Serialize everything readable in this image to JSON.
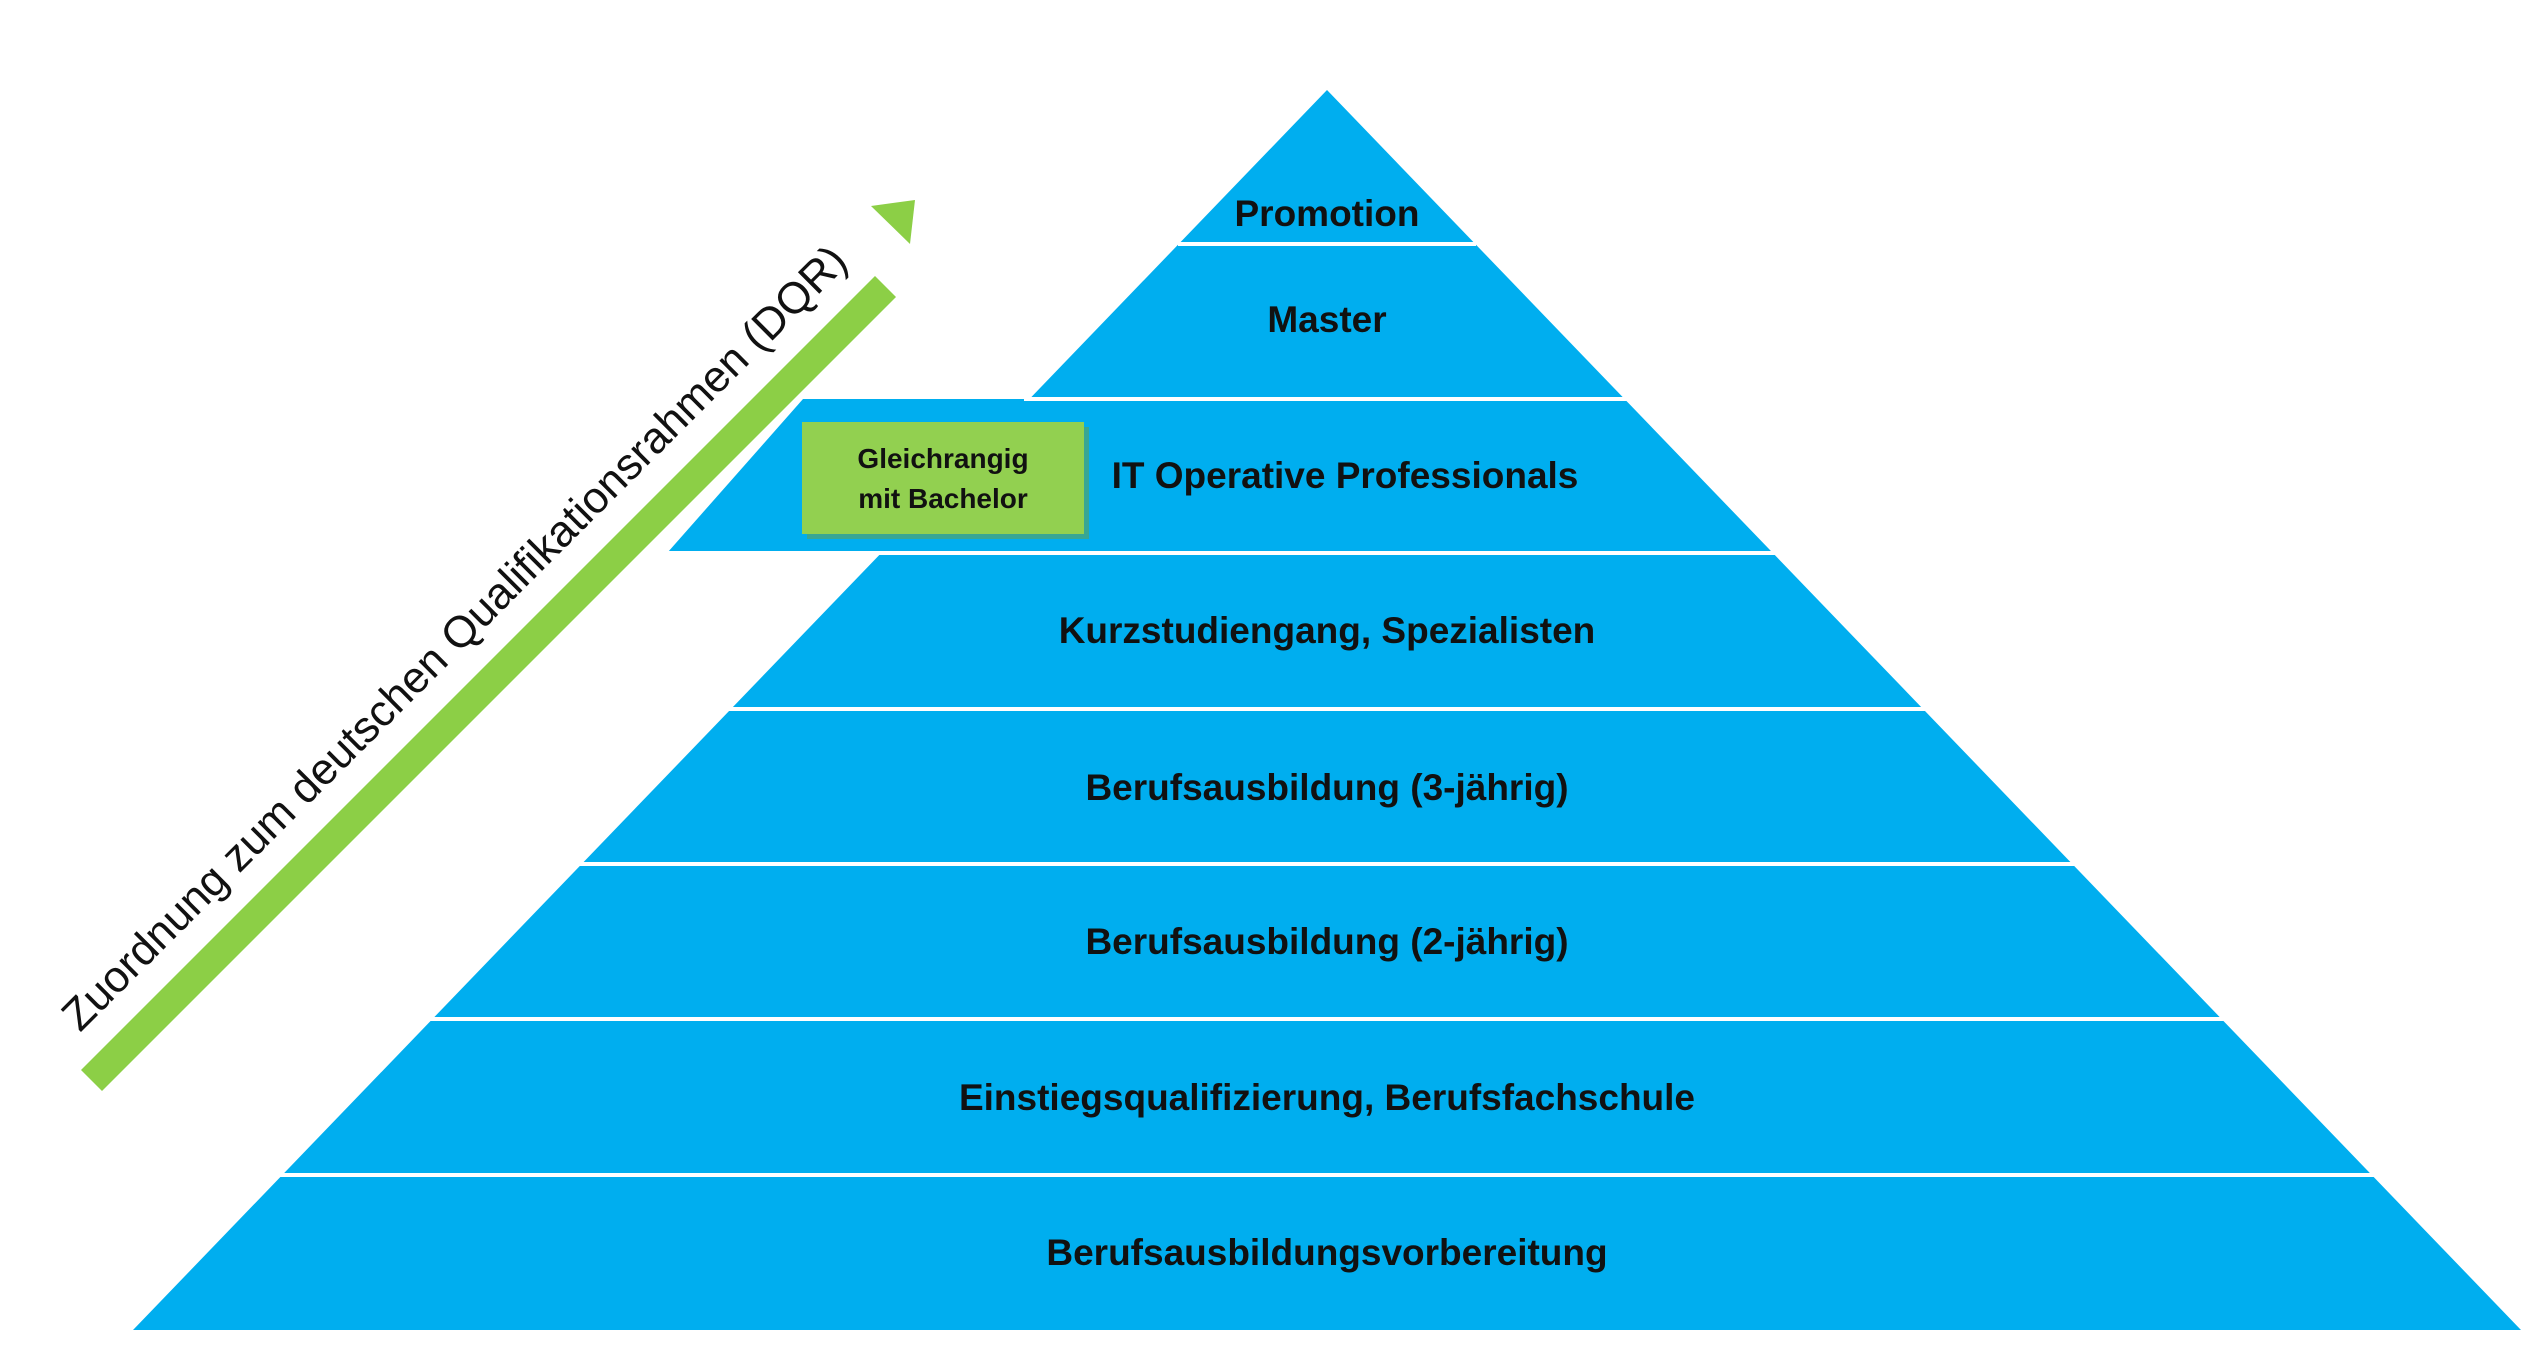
{
  "levels": [
    "Promotion",
    "Master",
    "IT Operative Professionals",
    "Kurzstudiengang, Spezialisten",
    "Berufsausbildung (3-jährig)",
    "Berufsausbildung (2-jährig)",
    "Einstiegsqualifizierung, Berufsfachschule",
    "Berufsausbildungsvorbereitung"
  ],
  "badge": {
    "line1": "Gleichrangig",
    "line2": "mit Bachelor"
  },
  "axis_label": "Zuordnung zum deutschen Qualifikationsrahmen (DQR)",
  "colors": {
    "pyramid": "#00AEEF",
    "badge": "#92D050",
    "arrow": "#8CCF46",
    "divider": "#FFFFFF"
  }
}
